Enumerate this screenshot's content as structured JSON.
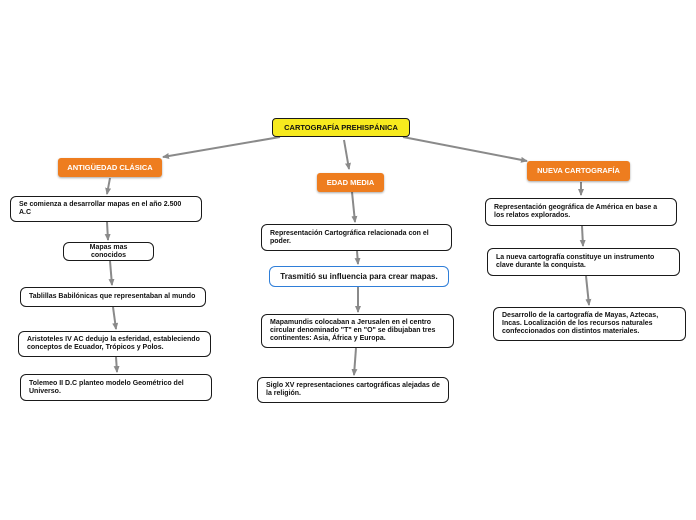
{
  "diagram": {
    "root": "CARTOGRAFÍA PREHISPÁNICA",
    "branches": [
      {
        "title": "ANTIGÜEDAD CLÁSICA",
        "items": [
          "Se comienza a desarrollar mapas en el año 2.500 A.C",
          "Mapas mas conocidos",
          "Tablillas Babilónicas que representaban al mundo",
          "Aristoteles IV AC dedujo la esferidad, estableciendo conceptos de Ecuador, Trópicos y Polos.",
          "Tolemeo II D.C planteo modelo Geométrico del Universo."
        ]
      },
      {
        "title": "EDAD MEDIA",
        "items": [
          "Representación Cartográfica relacionada con el poder.",
          "Trasmitió su influencia para crear mapas.",
          "Mapamundis colocaban a Jerusalen en el centro circular denominado \"T\" en \"O\" se dibujaban tres continentes: Asia, África y Europa.",
          "Siglo XV representaciones cartográficas alejadas de la religión."
        ]
      },
      {
        "title": "NUEVA CARTOGRAFÍA",
        "items": [
          "Representación geográfica de América en base a los relatos explorados.",
          "La nueva cartografía constituye un instrumento clave durante la conquista.",
          "Desarrollo de la cartografía de Mayas, Aztecas, Incas. Localización de los recursos naturales confeccionados con distintos materiales."
        ]
      }
    ]
  },
  "colors": {
    "root_fill": "#f7ea1e",
    "branch_fill": "#ee7d1f",
    "connector": "#8a8a8a",
    "highlight_border": "#2f7ed8"
  }
}
